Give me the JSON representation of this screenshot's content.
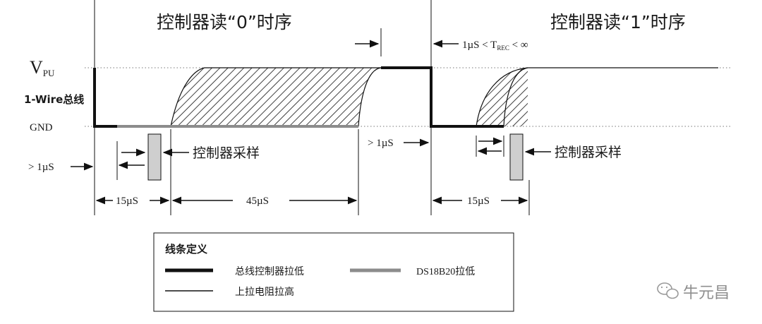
{
  "titles": {
    "read0": "控制器读“0”时序",
    "read1": "控制器读“1”时序"
  },
  "levels": {
    "v": "V",
    "pu": "PU",
    "bus": "1-Wire总线",
    "gnd": "GND"
  },
  "annotations": {
    "trec_prefix": "1µS < T",
    "trec_sub": "REC",
    "trec_suffix": " < ∞",
    "gt1us_left": "> 1µS",
    "gt1us_mid": "> 1µS",
    "sample_left": "控制器采样",
    "sample_right": "控制器采样",
    "d15_left": "15µS",
    "d45": "45µS",
    "d15_right": "15µS"
  },
  "legend": {
    "title": "线条定义",
    "items": [
      {
        "label": "总线控制器拉低",
        "style": "thick-black"
      },
      {
        "label": "DS18B20拉低",
        "style": "thick-gray"
      },
      {
        "label": "上拉电阻拉高",
        "style": "thin-black"
      }
    ]
  },
  "watermark": {
    "text": "牛元昌"
  },
  "colors": {
    "line": "#111111",
    "ds_pull": "#8c8c8c",
    "sample_box": "#cfcfcf",
    "dotted": "#777777"
  }
}
